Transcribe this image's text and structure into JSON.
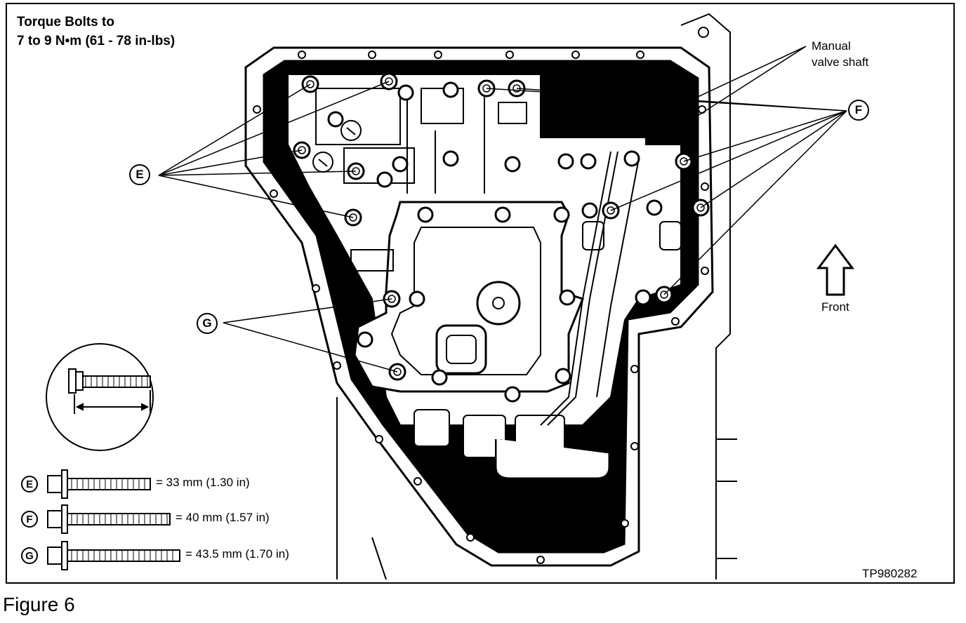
{
  "title": {
    "line1": "Torque Bolts to",
    "line2": "7 to 9 N•m (61 - 78 in-lbs)"
  },
  "callouts": {
    "manual_valve": {
      "line1": "Manual",
      "line2": "valve shaft"
    },
    "E": "E",
    "F": "F",
    "G": "G"
  },
  "orientation": {
    "label": "Front",
    "icon": "up-arrow-icon"
  },
  "bolt_specs": [
    {
      "letter": "E",
      "text": "= 33 mm (1.30 in)"
    },
    {
      "letter": "F",
      "text": "= 40 mm (1.57 in)"
    },
    {
      "letter": "G",
      "text": "= 43.5 mm (1.70 in)"
    }
  ],
  "figure_code": "TP980282",
  "caption": "Figure 6",
  "colors": {
    "ink": "#000000",
    "paper": "#ffffff"
  }
}
